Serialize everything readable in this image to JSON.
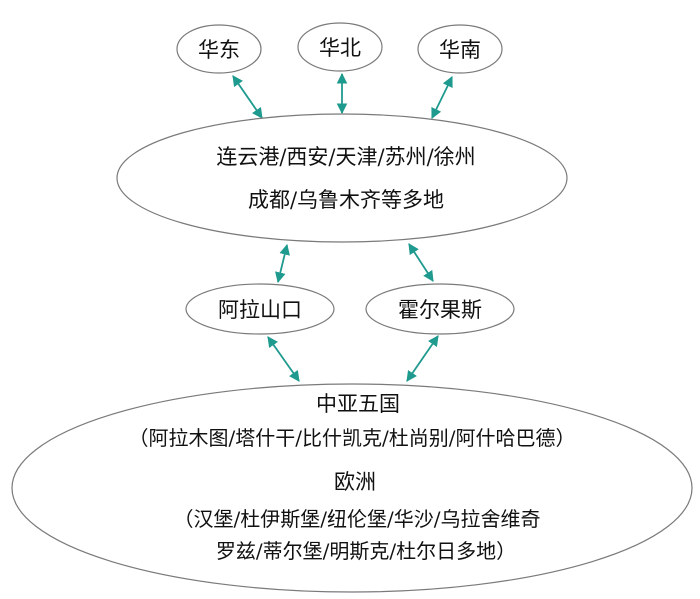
{
  "regions": {
    "east": "华东",
    "north": "华北",
    "south": "华南"
  },
  "hub": {
    "line1": "连云港/西安/天津/苏州/徐州",
    "line2": "成都/乌鲁木齐等多地"
  },
  "ports": {
    "alashankou": "阿拉山口",
    "khorgos": "霍尔果斯"
  },
  "destination": {
    "line1": "中亚五国",
    "line2": "（阿拉木图/塔什干/比什凯克/杜尚别/阿什哈巴德）",
    "line3": "欧洲",
    "line4": "（汉堡/杜伊斯堡/纽伦堡/华沙/乌拉舍维奇",
    "line5": "罗兹/蒂尔堡/明斯克/杜尔日多地）"
  },
  "colors": {
    "arrow": "#1f9a8e",
    "outline": "#7a7a7a"
  }
}
